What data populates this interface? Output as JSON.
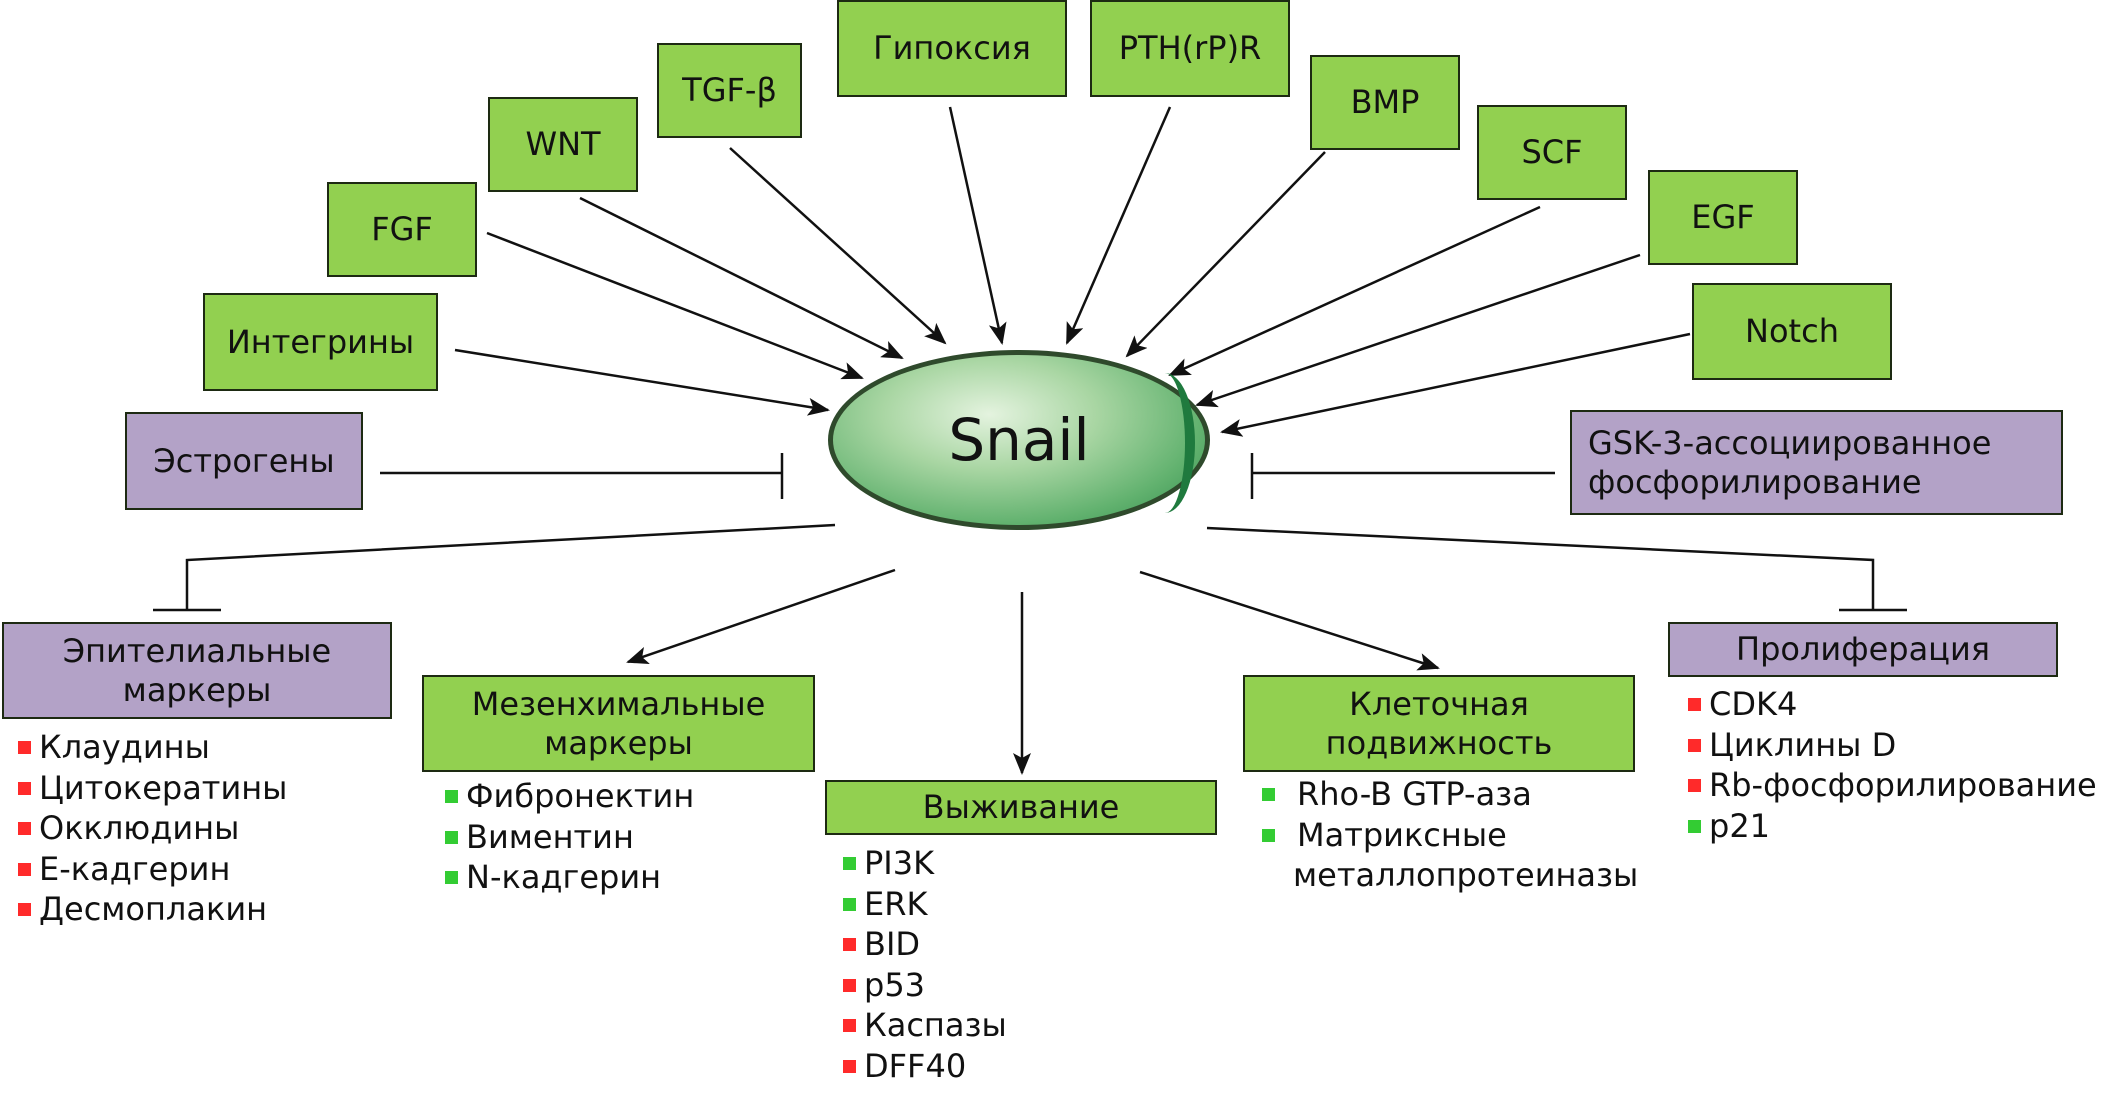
{
  "center": {
    "label": "Snail"
  },
  "colors": {
    "activator_box": "#92d050",
    "inhibitor_box": "#b3a2c7",
    "negative_marker": "#ff2a2a",
    "positive_marker": "#33cc33",
    "center_node": "#62b26f"
  },
  "inputs": {
    "estrogens": "Эстрогены",
    "integrins": "Интегрины",
    "fgf": "FGF",
    "wnt": "WNT",
    "tgfb": "TGF-β",
    "hypoxia": "Гипоксия",
    "pthrpr": "PTH(rP)R",
    "bmp": "BMP",
    "scf": "SCF",
    "egf": "EGF",
    "notch": "Notch",
    "gsk3_line1": "GSK-3-ассоциированное",
    "gsk3_line2": "фосфорилирование"
  },
  "outputs": {
    "epithelial": {
      "title_line1": "Эпителиальные",
      "title_line2": "маркеры",
      "items": [
        "Клаудины",
        "Цитокератины",
        "Окклюдины",
        "Е-кадгерин",
        "Десмоплакин"
      ]
    },
    "mesenchymal": {
      "title_line1": "Мезенхимальные",
      "title_line2": "маркеры",
      "items": [
        "Фибронектин",
        "Виментин",
        "N-кадгерин"
      ]
    },
    "survival": {
      "title": "Выживание",
      "items": [
        "PI3K",
        "ERK",
        "BID",
        "p53",
        "Каспазы",
        "DFF40"
      ]
    },
    "motility": {
      "title_line1": "Клеточная",
      "title_line2": "подвижность",
      "items": [
        "Rho-B GTP-аза",
        "Матриксные",
        "металлопротеиназы"
      ]
    },
    "proliferation": {
      "title": "Пролиферация",
      "items": [
        "CDK4",
        "Циклины D",
        "Rb-фосфорилирование",
        "p21"
      ]
    }
  }
}
